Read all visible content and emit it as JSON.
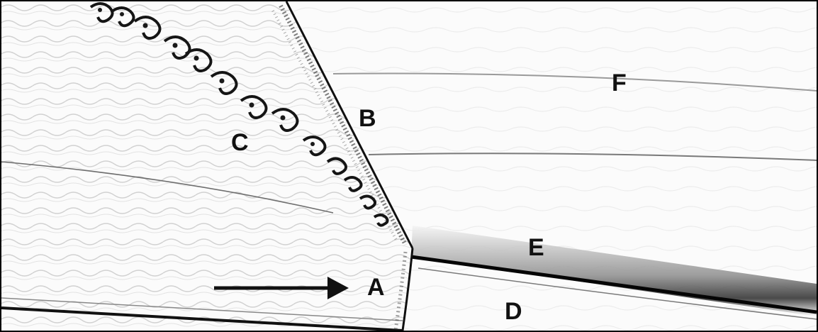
{
  "figure": {
    "labels": {
      "a": "A",
      "b": "B",
      "c": "C",
      "d": "D",
      "e": "E",
      "f": "F"
    },
    "arrow_direction": "right"
  }
}
